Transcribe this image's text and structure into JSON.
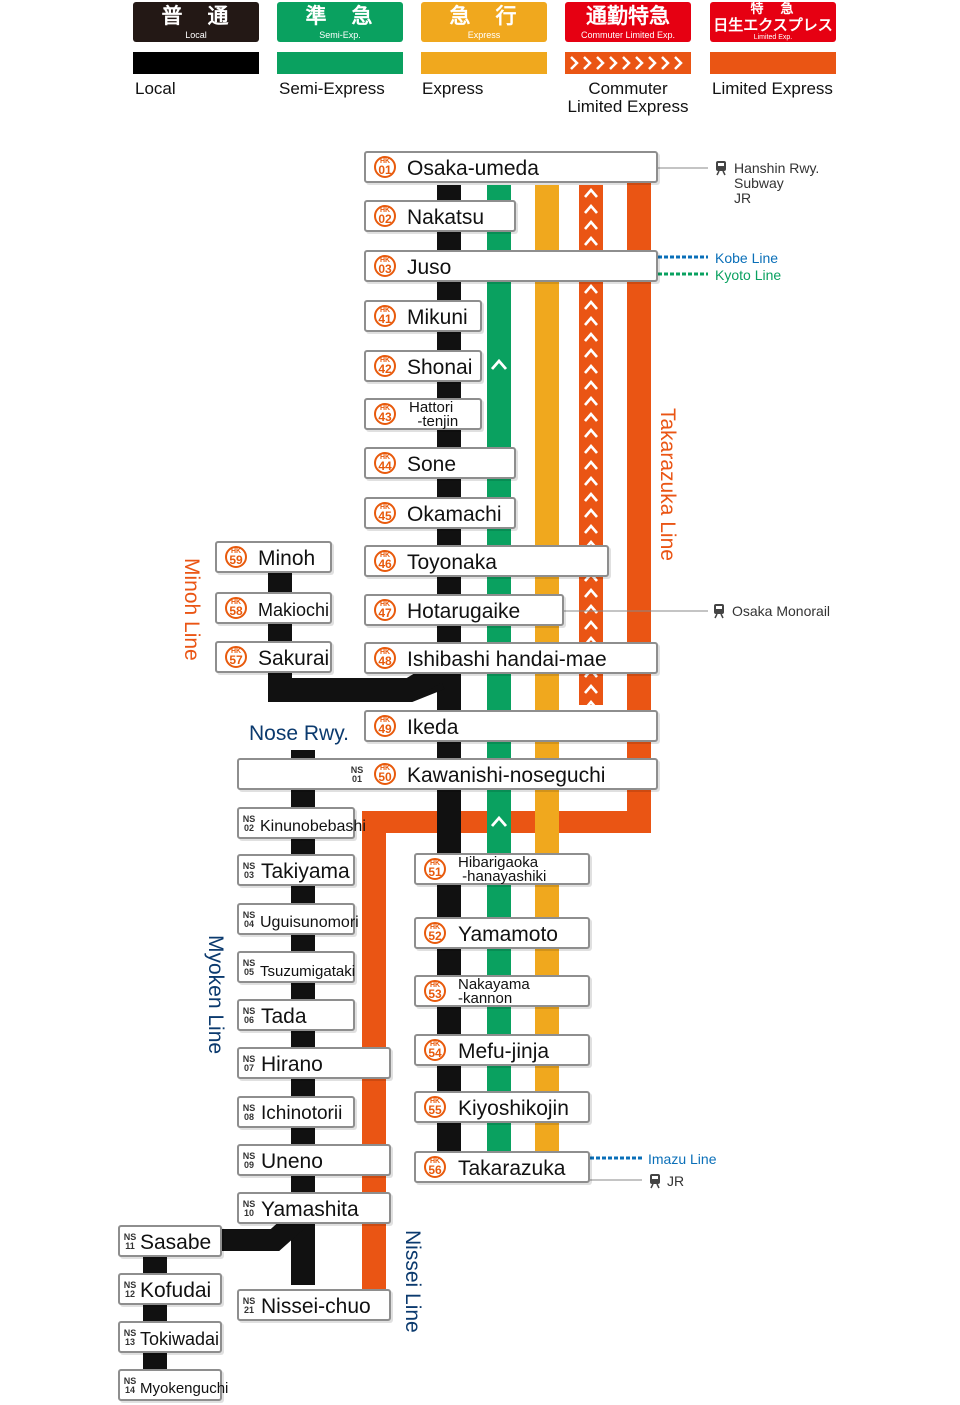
{
  "legend": [
    {
      "jp": "普　通",
      "sub": "Local",
      "label": "Local",
      "color": "#231815"
    },
    {
      "jp": "準　急",
      "sub": "Semi-Exp.",
      "label": "Semi-Express",
      "color": "#0aa160"
    },
    {
      "jp": "急　行",
      "sub": "Express",
      "label": "Express",
      "color": "#f0a81e"
    },
    {
      "jp": "通勤特急",
      "sub": "Commuter Limited Exp.",
      "label": "Commuter\nLimited Express",
      "color": "#ea5514"
    },
    {
      "jp": "特　急",
      "jp2": "日生エクスプレス",
      "sub": "Limited Exp.",
      "label": "Limited Express",
      "color": "#e60012",
      "barColor": "#ea5514"
    }
  ],
  "line_labels": {
    "takarazuka": "Takarazuka Line",
    "minoh": "Minoh Line",
    "myoken": "Myoken Line",
    "nissei": "Nissei Line",
    "nose": "Nose Rwy."
  },
  "stations": {
    "umeda": {
      "code": "01",
      "name": "Osaka-umeda"
    },
    "nakatsu": {
      "code": "02",
      "name": "Nakatsu"
    },
    "juso": {
      "code": "03",
      "name": "Juso"
    },
    "mikuni": {
      "code": "41",
      "name": "Mikuni"
    },
    "shonai": {
      "code": "42",
      "name": "Shonai"
    },
    "hattori": {
      "code": "43",
      "name": "Hattori\n  -tenjin"
    },
    "sone": {
      "code": "44",
      "name": "Sone"
    },
    "okamachi": {
      "code": "45",
      "name": "Okamachi"
    },
    "toyonaka": {
      "code": "46",
      "name": "Toyonaka"
    },
    "hotarugaike": {
      "code": "47",
      "name": "Hotarugaike"
    },
    "ishibashi": {
      "code": "48",
      "name": "Ishibashi handai-mae"
    },
    "ikeda": {
      "code": "49",
      "name": "Ikeda"
    },
    "kawanishi": {
      "code": "50",
      "ns": "01",
      "name": "Kawanishi-noseguchi"
    },
    "hibarigaoka": {
      "code": "51",
      "name": "Hibarigaoka\n -hanayashiki"
    },
    "yamamoto": {
      "code": "52",
      "name": "Yamamoto"
    },
    "nakayama": {
      "code": "53",
      "name": "Nakayama\n-kannon"
    },
    "mefu": {
      "code": "54",
      "name": "Mefu-jinja"
    },
    "kiyoshikojin": {
      "code": "55",
      "name": "Kiyoshikojin"
    },
    "takarazuka": {
      "code": "56",
      "name": "Takarazuka"
    },
    "minoh": {
      "code": "59",
      "name": "Minoh"
    },
    "makiochi": {
      "code": "58",
      "name": "Makiochi"
    },
    "sakurai": {
      "code": "57",
      "name": "Sakurai"
    },
    "kinunobebashi": {
      "ns": "02",
      "name": "Kinunobebashi"
    },
    "takiyama": {
      "ns": "03",
      "name": "Takiyama"
    },
    "uguisunomori": {
      "ns": "04",
      "name": "Uguisunomori"
    },
    "tsuzumigataki": {
      "ns": "05",
      "name": "Tsuzumigataki"
    },
    "tada": {
      "ns": "06",
      "name": "Tada"
    },
    "hirano": {
      "ns": "07",
      "name": "Hirano"
    },
    "ichinotorii": {
      "ns": "08",
      "name": "Ichinotorii"
    },
    "uneno": {
      "ns": "09",
      "name": "Uneno"
    },
    "yamashita": {
      "ns": "10",
      "name": "Yamashita"
    },
    "sasabe": {
      "ns": "11",
      "name": "Sasabe"
    },
    "kofudai": {
      "ns": "12",
      "name": "Kofudai"
    },
    "tokiwadai": {
      "ns": "13",
      "name": "Tokiwadai"
    },
    "myokenguchi": {
      "ns": "14",
      "name": "Myokenguchi"
    },
    "nisseichuo": {
      "ns": "21",
      "name": "Nissei-chuo"
    }
  },
  "code_prefix": {
    "hk": "HK",
    "ns": "NS"
  },
  "connections": {
    "umeda": [
      "Hanshin Rwy.",
      "Subway",
      "JR"
    ],
    "kobe": "Kobe Line",
    "kyoto": "Kyoto Line",
    "monorail": "Osaka Monorail",
    "imazu": "Imazu Line",
    "jr": "JR"
  }
}
